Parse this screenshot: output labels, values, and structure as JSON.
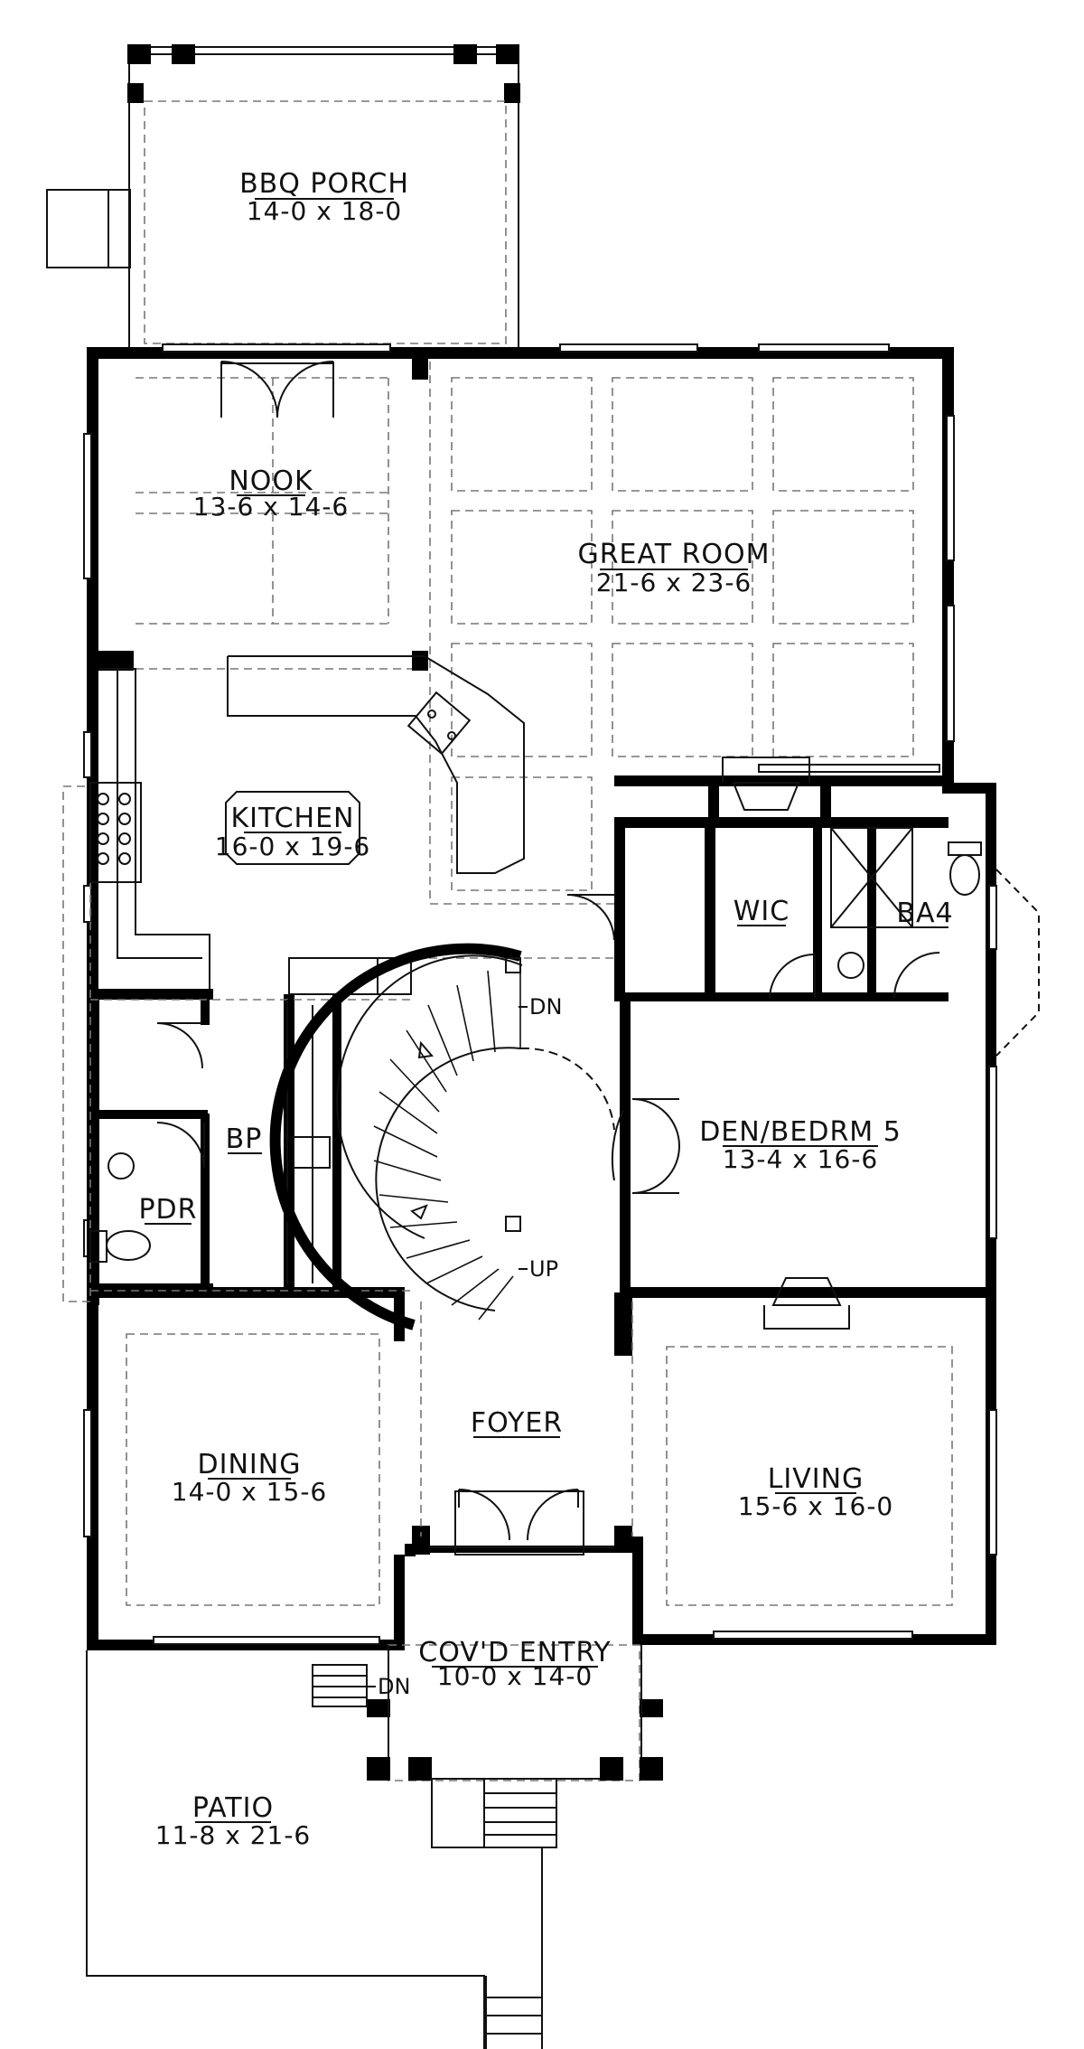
{
  "rooms": {
    "bbq_porch": {
      "name": "BBQ PORCH",
      "dim": "14-0 x 18-0"
    },
    "nook": {
      "name": "NOOK",
      "dim": "13-6 x 14-6"
    },
    "great_room": {
      "name": "GREAT ROOM",
      "dim": "21-6 x 23-6"
    },
    "kitchen": {
      "name": "KITCHEN",
      "dim": "16-0 x 19-6"
    },
    "wic": {
      "name": "WIC"
    },
    "ba4": {
      "name": "BA4"
    },
    "den": {
      "name": "DEN/BEDRM 5",
      "dim": "13-4 x 16-6"
    },
    "bp": {
      "name": "BP"
    },
    "pdr": {
      "name": "PDR"
    },
    "foyer": {
      "name": "FOYER"
    },
    "dining": {
      "name": "DINING",
      "dim": "14-0 x 15-6"
    },
    "living": {
      "name": "LIVING",
      "dim": "15-6 x 16-0"
    },
    "covd_entry": {
      "name": "COV'D ENTRY",
      "dim": "10-0 x 14-0"
    },
    "patio": {
      "name": "PATIO",
      "dim": "11-8 x 21-6"
    }
  },
  "stairs": {
    "dn_label": "DN",
    "up_label": "UP"
  },
  "entry_steps": {
    "dn_label": "DN"
  }
}
